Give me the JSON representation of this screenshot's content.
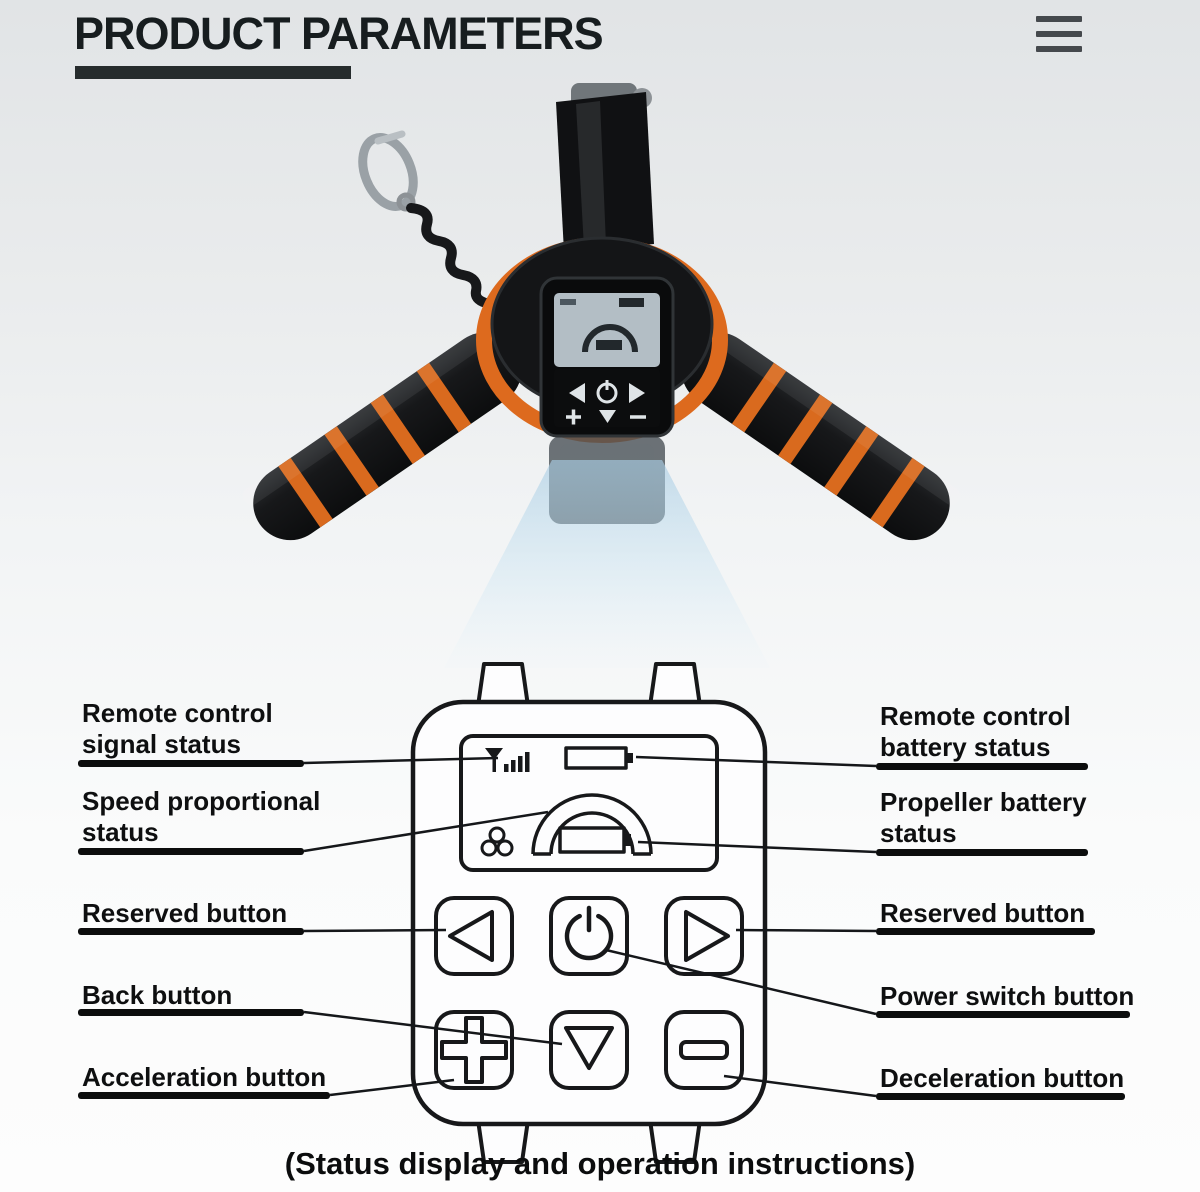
{
  "page": {
    "title": "PRODUCT PARAMETERS",
    "caption": "(Status display and operation instructions)"
  },
  "labels": {
    "left": [
      "Remote control signal status",
      "Speed proportional status",
      "Reserved button",
      "Back button",
      "Acceleration button"
    ],
    "right": [
      "Remote control battery status",
      "Propeller battery status",
      "Reserved button",
      "Power switch button",
      "Deceleration button"
    ]
  },
  "icons": {
    "menu": "hamburger-lines",
    "signal_status": "cell-signal-bars",
    "remote_battery": "battery-outline",
    "speed_gauge": "semicircle-arc",
    "propeller": "three-circles",
    "propeller_battery": "battery-outline",
    "reserved_left": "triangle-left",
    "power": "power-symbol",
    "reserved_right": "triangle-right",
    "acceleration": "plus-outline",
    "back": "triangle-down",
    "deceleration": "minus-outline"
  },
  "colors": {
    "accent_orange": "#d96a1e",
    "diagram_line": "#17181a",
    "title_text": "#171d1f",
    "beam_blue": "#a9cde4"
  }
}
